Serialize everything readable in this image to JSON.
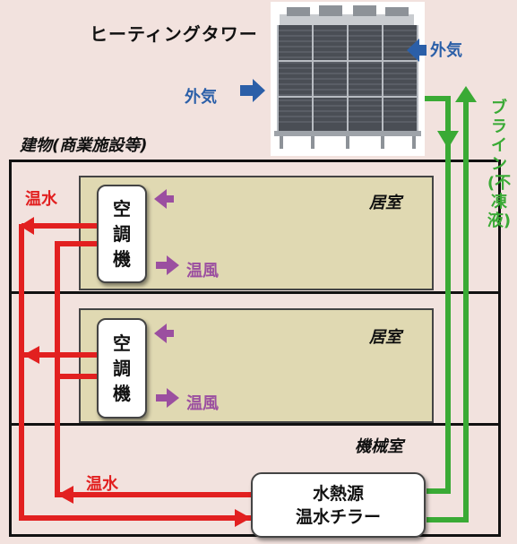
{
  "title": "ヒーティングタワー",
  "outside_air_left": "外気",
  "outside_air_right": "外気",
  "building_label": "建物(商業施設等)",
  "brine_label": "ブライン(不凍液)",
  "rooms": [
    {
      "room_label": "居室",
      "unit_chars": [
        "空",
        "調",
        "機"
      ],
      "warm_air_label": "温風"
    },
    {
      "room_label": "居室",
      "unit_chars": [
        "空",
        "調",
        "機"
      ],
      "warm_air_label": "温風"
    }
  ],
  "machine_room_label": "機械室",
  "hot_water_top": "温水",
  "hot_water_bottom": "温水",
  "chiller": {
    "line1": "水熱源",
    "line2": "温水チラー"
  },
  "colors": {
    "hot_water": "#e22020",
    "brine": "#3aaa35",
    "air": "#2b5fa8",
    "warm_air": "#9b4fa0"
  }
}
